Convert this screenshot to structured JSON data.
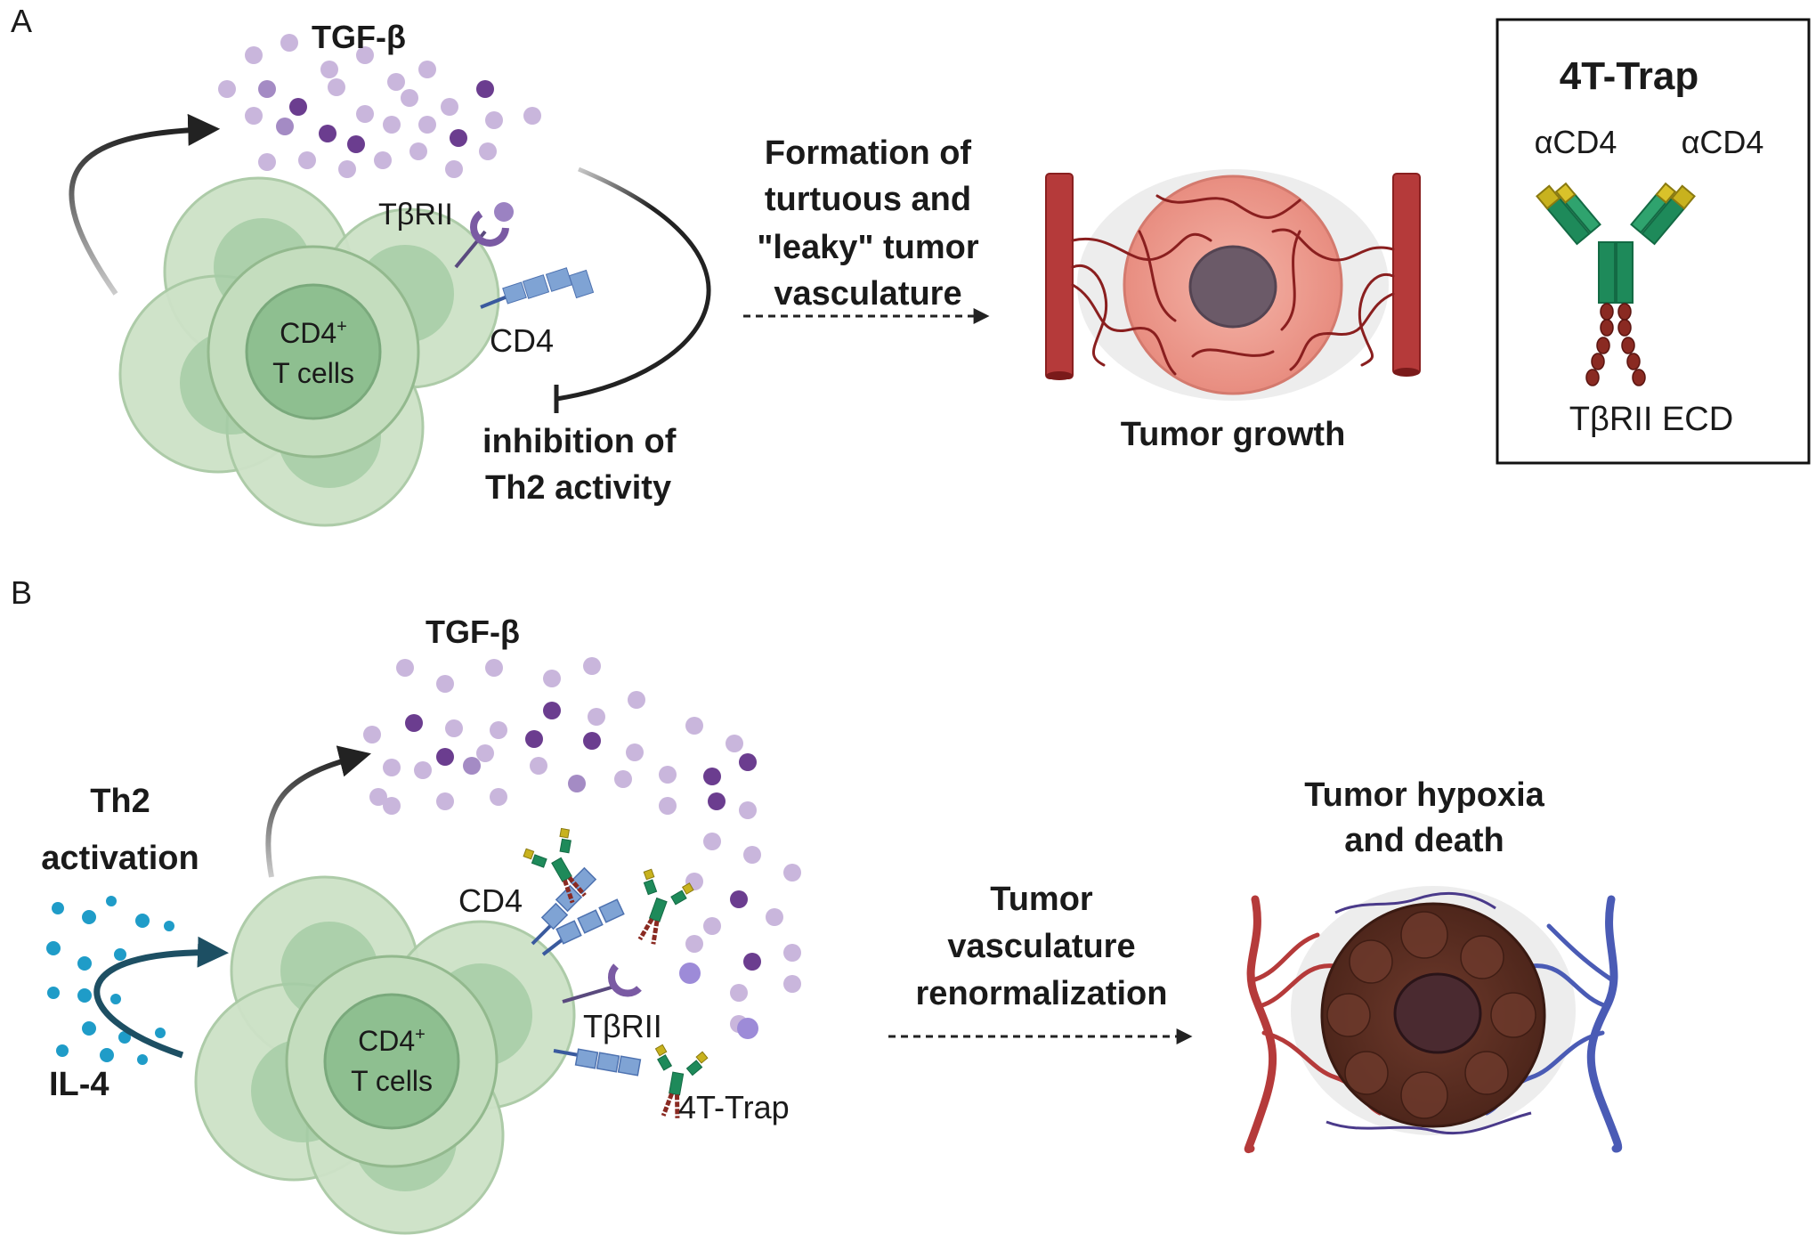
{
  "panel_a": {
    "label": "A",
    "tgf_label": "TGF-β",
    "receptor_label": "TβRII",
    "cd4_label": "CD4",
    "cell_label_1": "CD4",
    "cell_label_sup": "+",
    "cell_label_2": "T cells",
    "inhibition_1": "inhibition of",
    "inhibition_2": "Th2 activity",
    "formation_1": "Formation of",
    "formation_2": "turtuous and",
    "formation_3": "\"leaky\" tumor",
    "formation_4": "vasculature",
    "tumor_growth": "Tumor growth"
  },
  "trap_box": {
    "title": "4T-Trap",
    "left_arm": "αCD4",
    "right_arm": "αCD4",
    "ecd_label": "TβRII ECD"
  },
  "panel_b": {
    "label": "B",
    "tgf_label": "TGF-β",
    "th2_1": "Th2",
    "th2_2": "activation",
    "il4_label": "IL-4",
    "cd4_label": "CD4",
    "receptor_label": "TβRII",
    "trap_label": "4T-Trap",
    "cell_label_1": "CD4",
    "cell_label_sup": "+",
    "cell_label_2": "T cells",
    "renorm_1": "Tumor",
    "renorm_2": "vasculature",
    "renorm_3": "renormalization",
    "hypoxia_1": "Tumor hypoxia",
    "hypoxia_2": "and death"
  },
  "colors": {
    "cell_outer": "#c9dfc3",
    "cell_inner": "#8fbf92",
    "tgf_light": "#c9b6dc",
    "tgf_dark": "#6b3d8f",
    "artery": "#b53a3a",
    "vein": "#4a5bb5",
    "tumor_growth": "#f2a59a",
    "tumor_death": "#5a2e22",
    "il4": "#1f9cc8"
  }
}
